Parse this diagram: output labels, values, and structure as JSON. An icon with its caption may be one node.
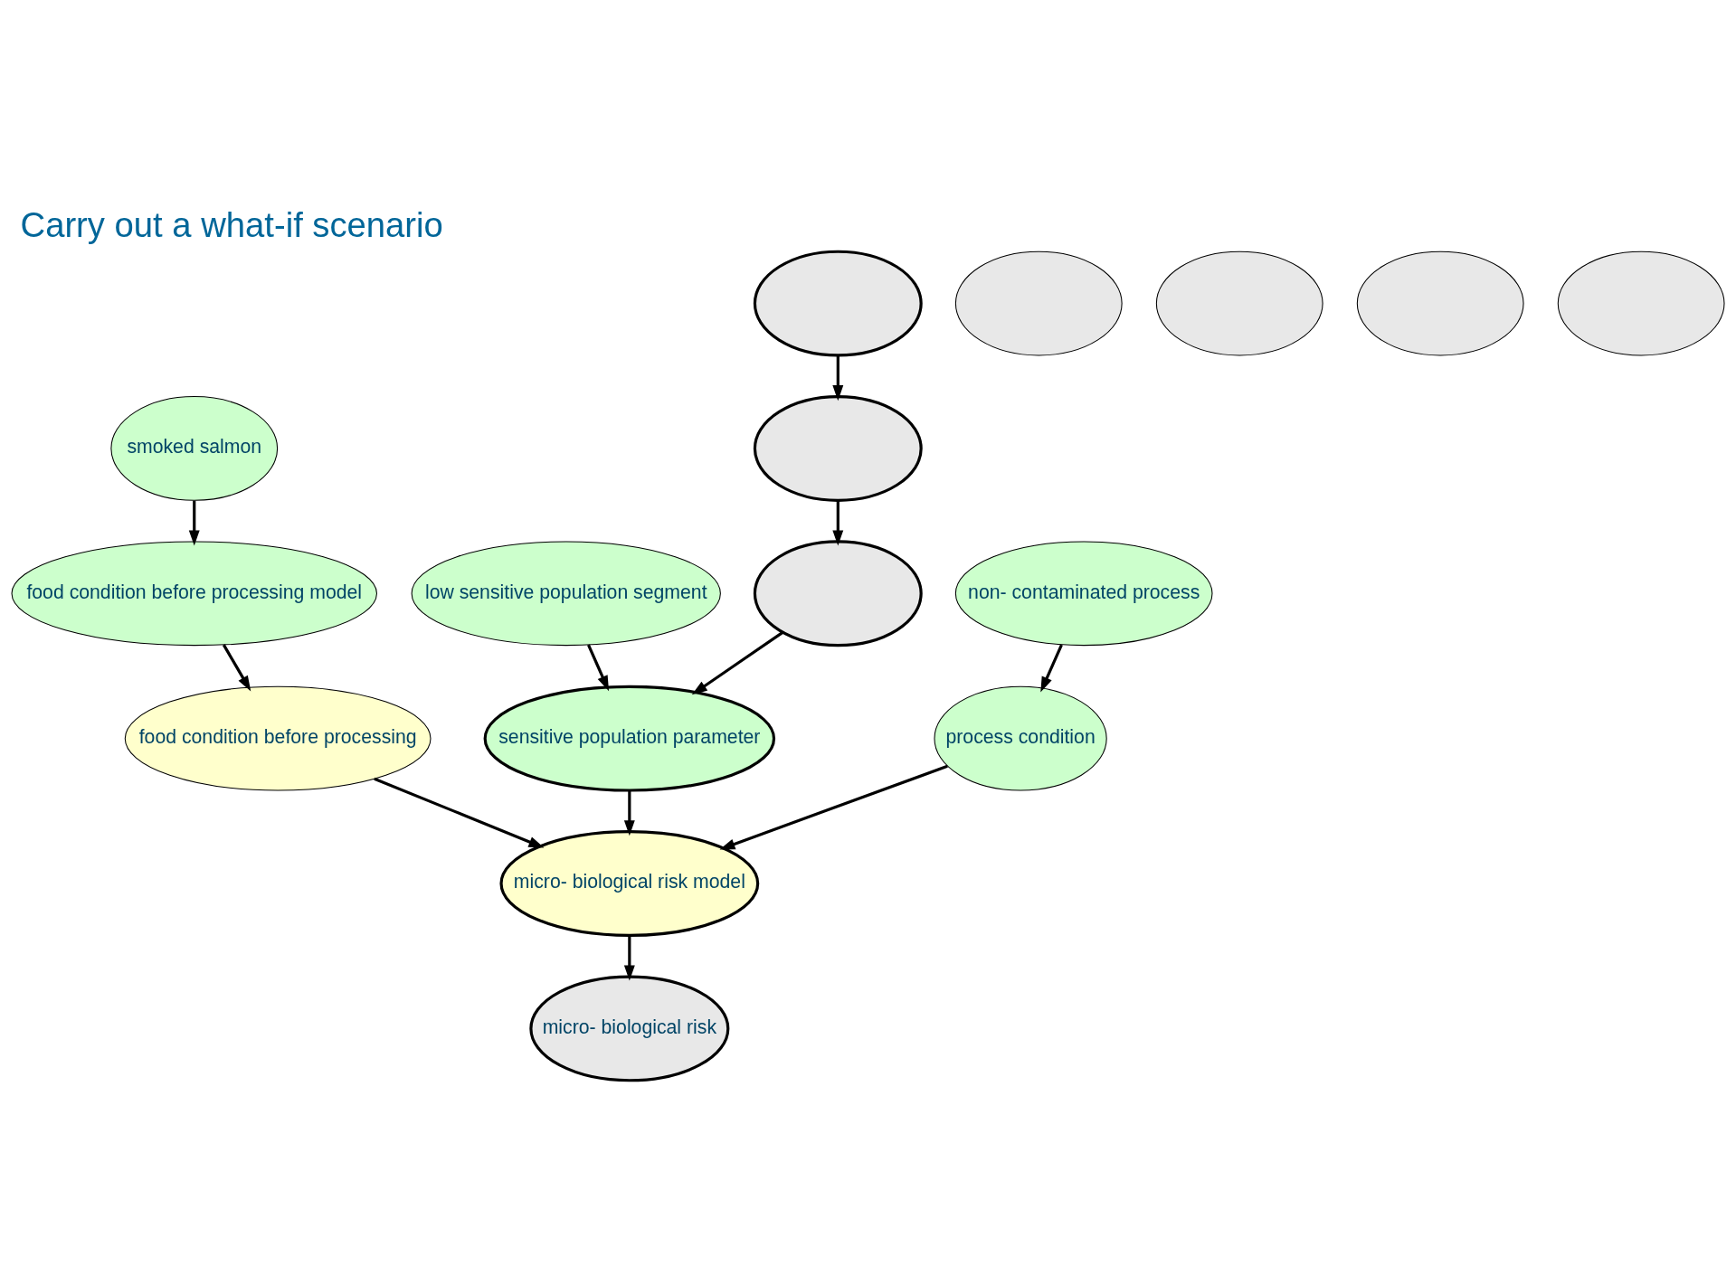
{
  "diagram": {
    "title": "Carry out a what-if scenario",
    "nodes": [
      {
        "text": [
          "smoked salmon"
        ]
      },
      {
        "text": [
          "food condition before processing model"
        ]
      },
      {
        "text": [],
        "shape": "ellipse"
      },
      {
        "text": [
          "low sensitive population segment"
        ]
      },
      {
        "text": [],
        "shape": "ellipse"
      },
      {
        "text": [
          "food condition before processing"
        ]
      },
      {
        "text": [],
        "shape": "ellipse"
      },
      {
        "text": [],
        "shape": "ellipse"
      },
      {
        "text": [
          "sensitive population parameter"
        ]
      },
      {
        "text": [],
        "shape": "ellipse"
      },
      {
        "text": [
          "micro- biological risk model"
        ]
      },
      {
        "text": [],
        "shape": "ellipse"
      },
      {
        "text": [],
        "shape": "ellipse"
      },
      {
        "text": [
          "micro- biological risk"
        ]
      },
      {
        "text": [
          "non- contaminated process"
        ]
      },
      {
        "text": [
          "process condition"
        ]
      }
    ],
    "edges": [
      {
        "from": 0,
        "to": 1,
        "arrow": "to"
      },
      {
        "from": 1,
        "to": 5,
        "arrow": "to"
      },
      {
        "from": 3,
        "to": 8,
        "arrow": "to"
      },
      {
        "from": 4,
        "to": 7,
        "arrow": "to"
      },
      {
        "from": 7,
        "to": 12,
        "arrow": "to"
      },
      {
        "from": 12,
        "to": 8,
        "arrow": "to"
      },
      {
        "from": 8,
        "to": 10,
        "arrow": "to"
      },
      {
        "from": 5,
        "to": 10,
        "arrow": "to"
      },
      {
        "from": 14,
        "to": 15,
        "arrow": "to"
      },
      {
        "from": 15,
        "to": 10,
        "arrow": "to"
      },
      {
        "from": 10,
        "to": 13,
        "arrow": "to"
      }
    ]
  }
}
